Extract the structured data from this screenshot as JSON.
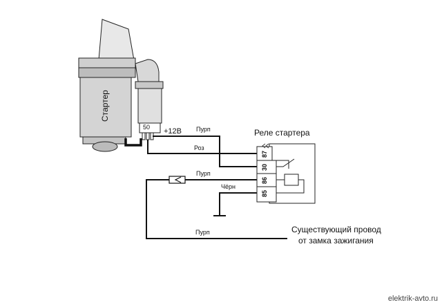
{
  "starter": {
    "label": "Стартер",
    "terminal_50": "50",
    "plus12": "+12В"
  },
  "relay": {
    "title": "Реле стартера",
    "pins": [
      "87",
      "30",
      "86",
      "85"
    ]
  },
  "wires": {
    "purple_top": "Пурп",
    "pink": "Роз",
    "purple_mid": "Пурп",
    "black": "Чёрн",
    "purple_bottom": "Пурп"
  },
  "existing_wire": {
    "line1": "Существующий провод",
    "line2": "от замка зажигания"
  },
  "watermark": "elektrik-avto.ru"
}
